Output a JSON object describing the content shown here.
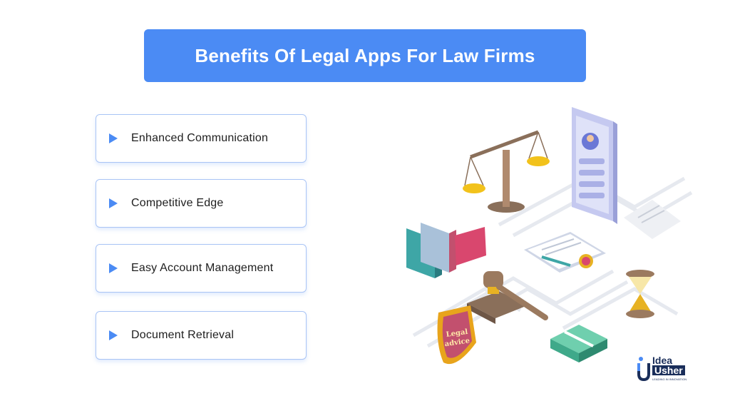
{
  "header": {
    "title": "Benefits Of Legal Apps For Law Firms"
  },
  "benefits": [
    {
      "label": "Enhanced Communication"
    },
    {
      "label": "Competitive Edge"
    },
    {
      "label": "Easy Account Management"
    },
    {
      "label": "Document Retrieval"
    }
  ],
  "illustration": {
    "shield_text_line1": "Legal",
    "shield_text_line2": "advice"
  },
  "brand": {
    "line1": "Idea",
    "line2": "Usher",
    "tagline": "LEADING IN INNOVATION"
  },
  "colors": {
    "accent": "#4b8bf4",
    "card_border": "#a9c4f5",
    "text": "#1e1e1e"
  }
}
